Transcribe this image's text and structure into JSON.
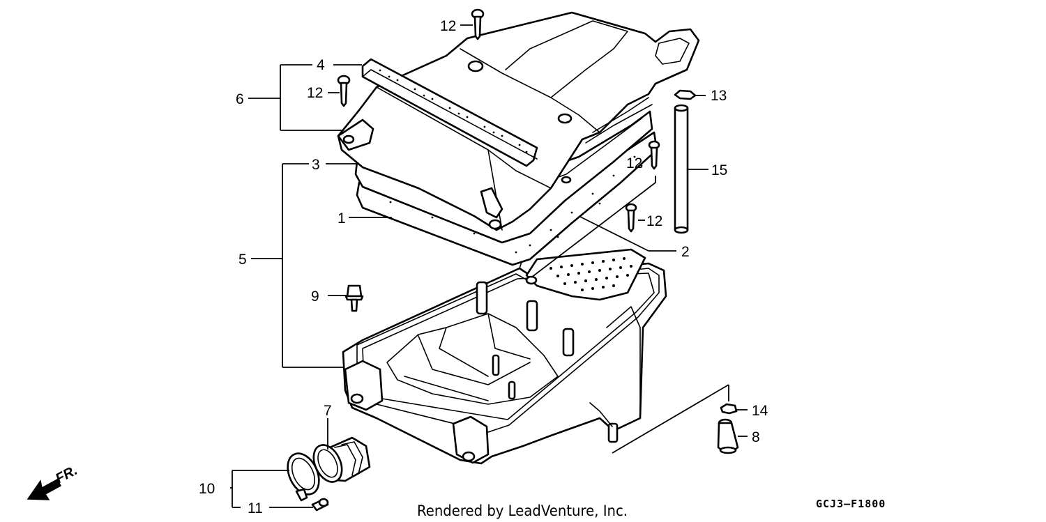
{
  "diagram": {
    "callouts": {
      "c1": "1",
      "c2": "2",
      "c3": "3",
      "c4": "4",
      "c5": "5",
      "c6": "6",
      "c7": "7",
      "c8": "8",
      "c9": "9",
      "c10": "10",
      "c11": "11",
      "c12a": "12",
      "c12b": "12",
      "c12c": "12",
      "c12d": "12",
      "c13": "13",
      "c14": "14",
      "c15": "15"
    },
    "front_label": "FR.",
    "footer_credit": "Rendered by LeadVenture, Inc.",
    "drawing_code": "GCJ3–F1800"
  },
  "colors": {
    "ink": "#000000",
    "paper": "#ffffff"
  }
}
